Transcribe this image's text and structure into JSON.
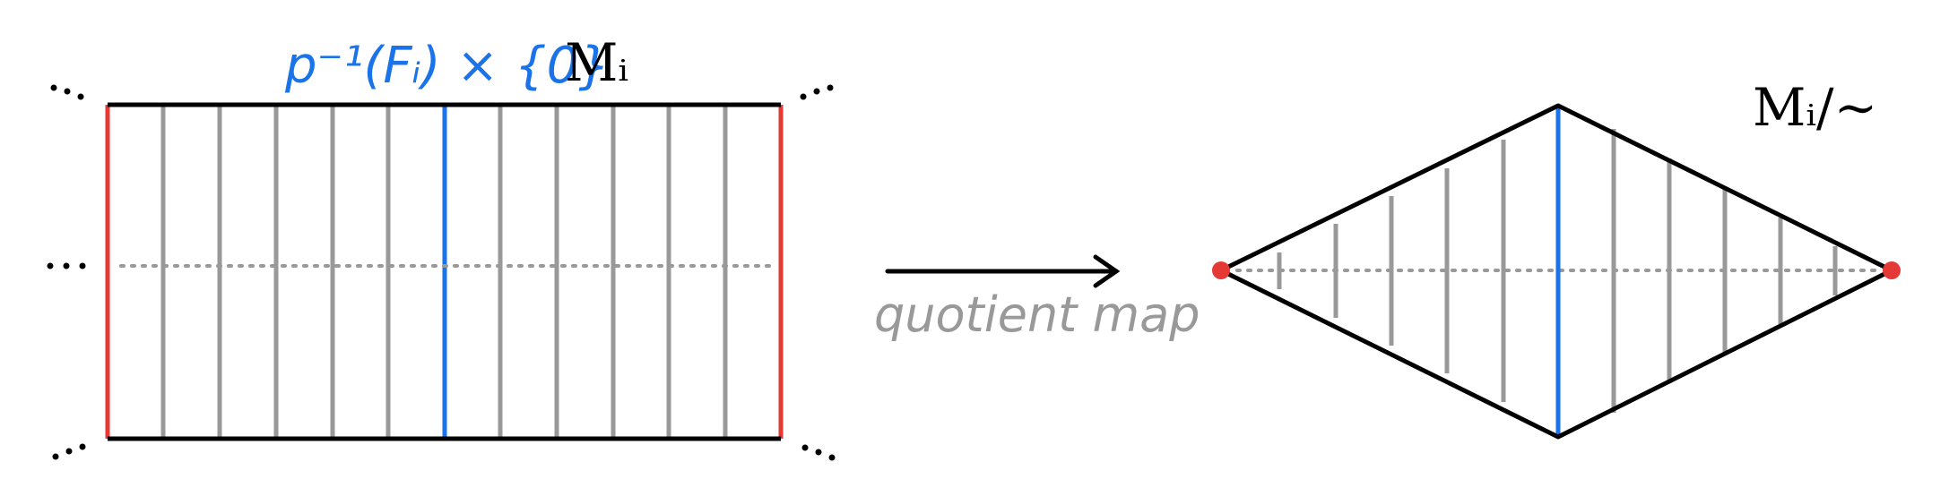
{
  "labels": {
    "fiber": "p⁻¹(Fᵢ) × {0}",
    "space": "Mᵢ",
    "quotient_space": "Mᵢ/∼",
    "arrow": "quotient map"
  },
  "colors": {
    "outline": "#000000",
    "fiber_gray": "#999999",
    "highlight_blue": "#1a73e8",
    "boundary_red": "#e53935",
    "text_gray": "#999999"
  }
}
